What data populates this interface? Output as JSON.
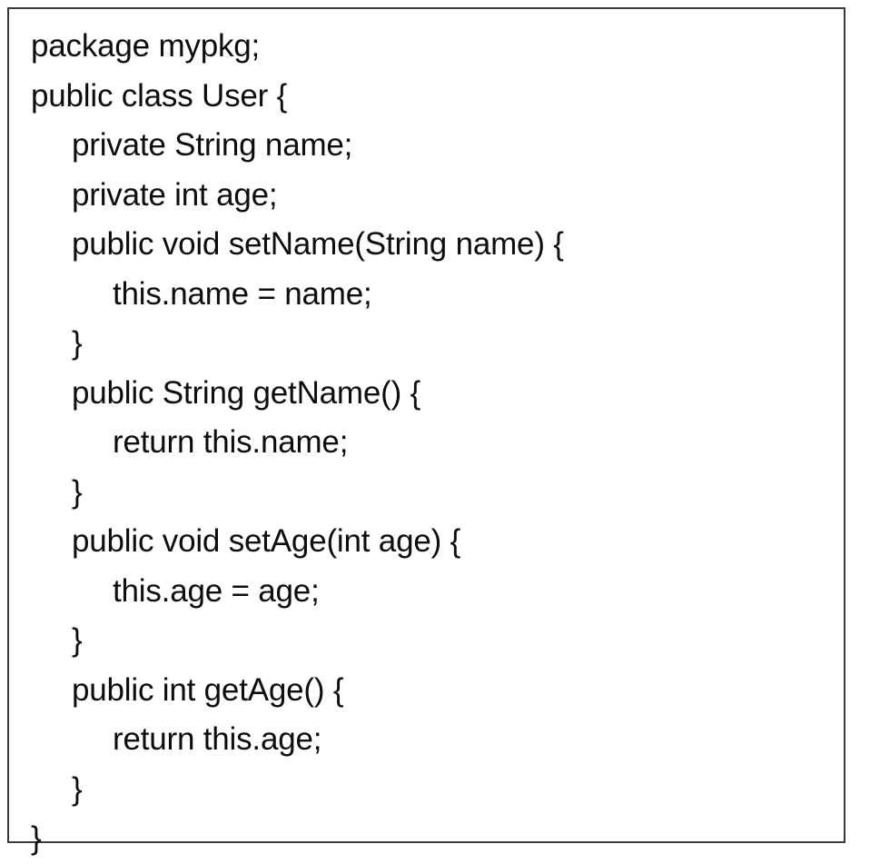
{
  "figure": {
    "kind": "code-listing",
    "language": "Java",
    "border_color": "#3a3a3a",
    "background_color": "#ffffff",
    "text_color": "#0d0d10"
  },
  "code": {
    "lines": [
      {
        "indent": 0,
        "text": "package mypkg;"
      },
      {
        "indent": 0,
        "text": "public class User {"
      },
      {
        "indent": 1,
        "text": "private String name;"
      },
      {
        "indent": 1,
        "text": "private int age;"
      },
      {
        "indent": 1,
        "text": "public void setName(String name) {"
      },
      {
        "indent": 2,
        "text": "this.name = name;"
      },
      {
        "indent": 1,
        "text": "}"
      },
      {
        "indent": 1,
        "text": "public String getName() {"
      },
      {
        "indent": 2,
        "text": "return this.name;"
      },
      {
        "indent": 1,
        "text": "}"
      },
      {
        "indent": 1,
        "text": "public void setAge(int age) {"
      },
      {
        "indent": 2,
        "text": "this.age = age;"
      },
      {
        "indent": 1,
        "text": "}"
      },
      {
        "indent": 1,
        "text": "public int getAge() {"
      },
      {
        "indent": 2,
        "text": "return this.age;"
      },
      {
        "indent": 1,
        "text": "}"
      },
      {
        "indent": 0,
        "text": "}"
      }
    ]
  }
}
